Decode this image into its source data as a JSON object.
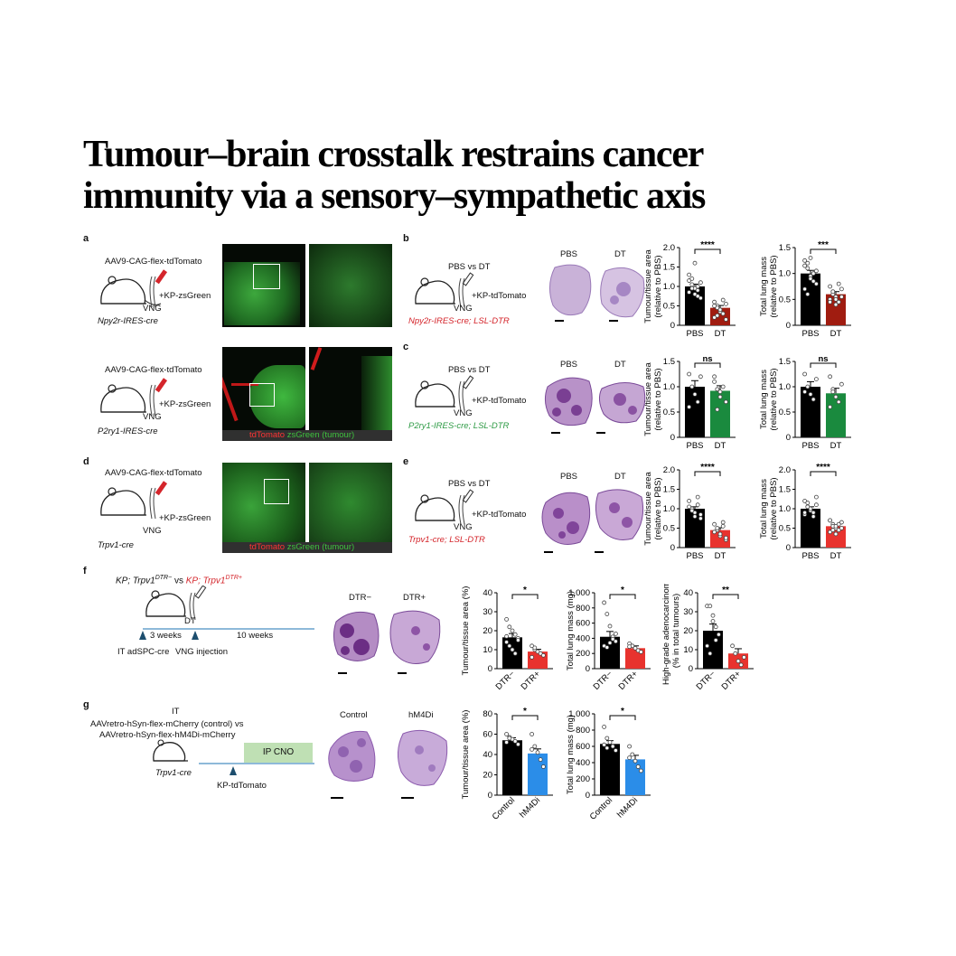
{
  "title": {
    "line1": "Tumour–brain crosstalk restrains cancer",
    "line2": "immunity via a sensory–sympathetic axis"
  },
  "panels": {
    "a": {
      "label": "a",
      "vector": "AAV9-CAG-flex-tdTomato",
      "tumour": "+KP-zsGreen",
      "site": "VNG",
      "mouse": "Npy2r-IRES-cre"
    },
    "a2": {
      "vector": "AAV9-CAG-flex-tdTomato",
      "tumour": "+KP-zsGreen",
      "site": "VNG",
      "mouse": "P2ry1-IRES-cre",
      "caption_red": "tdTomato",
      "caption_green": "zsGreen (tumour)"
    },
    "d": {
      "label": "d",
      "vector": "AAV9-CAG-flex-tdTomato",
      "tumour": "+KP-zsGreen",
      "site": "VNG",
      "mouse": "Trpv1-cre",
      "caption_red": "tdTomato",
      "caption_green": "zsGreen (tumour)"
    },
    "b": {
      "label": "b",
      "treat": "PBS vs DT",
      "tumour": "+KP-tdTomato",
      "site": "VNG",
      "mouse": "Npy2r-IRES-cre; LSL-DTR",
      "img1": "PBS",
      "img2": "DT"
    },
    "c": {
      "label": "c",
      "treat": "PBS vs DT",
      "tumour": "+KP-tdTomato",
      "site": "VNG",
      "mouse": "P2ry1-IRES-cre; LSL-DTR",
      "img1": "PBS",
      "img2": "DT"
    },
    "e": {
      "label": "e",
      "treat": "PBS vs DT",
      "tumour": "+KP-tdTomato",
      "site": "VNG",
      "mouse": "Trpv1-cre; LSL-DTR",
      "img1": "PBS",
      "img2": "DT"
    },
    "f": {
      "label": "f",
      "geno1": "KP; Trpv1",
      "sup1": "DTR−",
      "vs": "vs",
      "geno2": "KP; Trpv1",
      "sup2": "DTR+",
      "dt": "DT",
      "weeks1": "3 weeks",
      "weeks2": "10 weeks",
      "step1": "IT adSPC-cre",
      "step2": "VNG injection",
      "img1": "DTR−",
      "img2": "DTR+"
    },
    "g": {
      "label": "g",
      "it": "IT",
      "vec1": "AAVretro-hSyn-flex-mCherry (control) vs",
      "vec2": "AAVretro-hSyn-flex-hM4Di-mCherry",
      "cno": "IP CNO",
      "mouse": "Trpv1-cre",
      "tumour": "KP-tdTomato",
      "img1": "Control",
      "img2": "hM4Di"
    }
  },
  "chart_data": [
    {
      "id": "b-area",
      "type": "bar",
      "categories": [
        "PBS",
        "DT"
      ],
      "values": [
        1.0,
        0.45
      ],
      "errors": [
        0.06,
        0.06
      ],
      "colors": [
        "#000000",
        "#a01c10"
      ],
      "ylabel": "Tumour/tissue area (relative to PBS)",
      "ylim": [
        0,
        2.0
      ],
      "yticks": [
        "0",
        "0.5",
        "1.0",
        "1.5",
        "2.0"
      ],
      "sig": "****",
      "points": [
        [
          1.15,
          1.05,
          0.95,
          0.9,
          1.1,
          0.85,
          1.2,
          0.8,
          1.0,
          0.7,
          1.3,
          0.95,
          1.6,
          0.75
        ],
        [
          0.6,
          0.5,
          0.4,
          0.3,
          0.55,
          0.2,
          0.45,
          0.35,
          0.65,
          0.15,
          0.5,
          0.25,
          0.4,
          0.3
        ]
      ]
    },
    {
      "id": "b-mass",
      "type": "bar",
      "categories": [
        "PBS",
        "DT"
      ],
      "values": [
        1.0,
        0.6
      ],
      "errors": [
        0.06,
        0.05
      ],
      "colors": [
        "#000000",
        "#a01c10"
      ],
      "ylabel": "Total lung mass (relative to PBS)",
      "ylim": [
        0,
        1.5
      ],
      "yticks": [
        "0",
        "0.5",
        "1.0",
        "1.5"
      ],
      "sig": "***",
      "points": [
        [
          1.25,
          1.1,
          0.95,
          0.85,
          1.05,
          0.7,
          1.2,
          0.9,
          1.0,
          0.8,
          1.15,
          0.6,
          1.3
        ],
        [
          0.75,
          0.65,
          0.55,
          0.45,
          0.7,
          0.5,
          0.6,
          0.4,
          0.8,
          0.55,
          0.45,
          0.65,
          0.5
        ]
      ]
    },
    {
      "id": "c-area",
      "type": "bar",
      "categories": [
        "PBS",
        "DT"
      ],
      "values": [
        1.0,
        0.92
      ],
      "errors": [
        0.12,
        0.1
      ],
      "colors": [
        "#000000",
        "#1a8a3e"
      ],
      "ylabel": "Tumour/tissue area (relative to PBS)",
      "ylim": [
        0,
        1.5
      ],
      "yticks": [
        "0",
        "0.5",
        "1.0",
        "1.5"
      ],
      "sig": "ns",
      "points": [
        [
          1.25,
          1.0,
          0.85,
          0.7,
          1.2,
          0.6
        ],
        [
          1.1,
          0.95,
          0.8,
          1.0,
          0.7,
          1.2,
          0.55,
          0.9
        ]
      ]
    },
    {
      "id": "c-mass",
      "type": "bar",
      "categories": [
        "PBS",
        "DT"
      ],
      "values": [
        1.0,
        0.87
      ],
      "errors": [
        0.1,
        0.1
      ],
      "colors": [
        "#000000",
        "#1a8a3e"
      ],
      "ylabel": "Total lung mass (relative to PBS)",
      "ylim": [
        0,
        1.5
      ],
      "yticks": [
        "0",
        "0.5",
        "1.0",
        "1.5"
      ],
      "sig": "ns",
      "points": [
        [
          1.25,
          1.0,
          0.85,
          0.75,
          1.15,
          0.9
        ],
        [
          1.2,
          0.95,
          0.8,
          0.7,
          1.05,
          0.6,
          0.9
        ]
      ]
    },
    {
      "id": "e-area",
      "type": "bar",
      "categories": [
        "PBS",
        "DT"
      ],
      "values": [
        1.0,
        0.45
      ],
      "errors": [
        0.05,
        0.06
      ],
      "colors": [
        "#000000",
        "#e8332e"
      ],
      "ylabel": "Tumour/tissue area (relative to PBS)",
      "ylim": [
        0,
        2.0
      ],
      "yticks": [
        "0",
        "0.5",
        "1.0",
        "1.5",
        "2.0"
      ],
      "sig": "****",
      "points": [
        [
          1.2,
          1.0,
          0.9,
          1.1,
          0.85,
          1.05,
          0.95,
          0.8,
          1.3,
          0.75
        ],
        [
          0.6,
          0.45,
          0.3,
          0.55,
          0.2,
          0.4,
          0.5,
          0.35,
          0.65,
          0.25
        ]
      ]
    },
    {
      "id": "e-mass",
      "type": "bar",
      "categories": [
        "PBS",
        "DT"
      ],
      "values": [
        1.0,
        0.55
      ],
      "errors": [
        0.05,
        0.04
      ],
      "colors": [
        "#000000",
        "#e8332e"
      ],
      "ylabel": "Total lung mass (relative to PBS)",
      "ylim": [
        0,
        2.0
      ],
      "yticks": [
        "0",
        "0.5",
        "1.0",
        "1.5",
        "2.0"
      ],
      "sig": "****",
      "points": [
        [
          1.2,
          1.05,
          0.95,
          0.9,
          1.1,
          0.85,
          1.15,
          1.0,
          0.8,
          1.3,
          0.9,
          1.05
        ],
        [
          0.7,
          0.6,
          0.5,
          0.45,
          0.65,
          0.4,
          0.55,
          0.35,
          0.6,
          0.5,
          0.7,
          0.45,
          0.55
        ]
      ]
    },
    {
      "id": "f-area",
      "type": "bar",
      "categories": [
        "DTR−",
        "DTR+"
      ],
      "values": [
        16.5,
        9.0
      ],
      "errors": [
        2.0,
        1.2
      ],
      "colors": [
        "#000000",
        "#e8332e"
      ],
      "ylabel": "Tumour/tissue area (%)",
      "ylim": [
        0,
        40
      ],
      "yticks": [
        "0",
        "10",
        "20",
        "30",
        "40"
      ],
      "sig": "*",
      "points": [
        [
          26,
          22,
          20,
          18,
          16,
          14,
          12,
          10,
          8,
          15,
          17
        ],
        [
          12,
          10,
          9,
          8,
          7,
          6,
          11
        ]
      ]
    },
    {
      "id": "f-mass",
      "type": "bar",
      "categories": [
        "DTR−",
        "DTR+"
      ],
      "values": [
        420,
        270
      ],
      "errors": [
        70,
        30
      ],
      "colors": [
        "#000000",
        "#e8332e"
      ],
      "ylabel": "Total lung mass (mg)",
      "ylim": [
        0,
        1000
      ],
      "yticks": [
        "0",
        "200",
        "400",
        "600",
        "800",
        "1,000"
      ],
      "sig": "*",
      "points": [
        [
          870,
          720,
          560,
          420,
          360,
          300,
          280,
          340,
          390,
          460
        ],
        [
          330,
          300,
          270,
          240,
          220,
          290
        ]
      ]
    },
    {
      "id": "f-hg",
      "type": "bar",
      "categories": [
        "DTR−",
        "DTR+"
      ],
      "values": [
        20,
        8
      ],
      "errors": [
        3.5,
        2.5
      ],
      "colors": [
        "#000000",
        "#e8332e"
      ],
      "ylabel": "High-grade adenocarcinoma (% in total tumours)",
      "ylim": [
        0,
        40
      ],
      "yticks": [
        "0",
        "10",
        "20",
        "30",
        "40"
      ],
      "sig": "**",
      "points": [
        [
          33,
          33,
          28,
          22,
          18,
          12,
          8,
          25,
          15
        ],
        [
          12,
          8,
          4,
          2,
          6
        ]
      ]
    },
    {
      "id": "g-area",
      "type": "bar",
      "categories": [
        "Control",
        "hM4Di"
      ],
      "values": [
        54,
        41
      ],
      "errors": [
        2.5,
        4.5
      ],
      "colors": [
        "#000000",
        "#2b8de8"
      ],
      "ylabel": "Tumour/tissue area (%)",
      "ylim": [
        0,
        80
      ],
      "yticks": [
        "0",
        "20",
        "40",
        "60",
        "80"
      ],
      "sig": "*",
      "points": [
        [
          60,
          57,
          55,
          53,
          50,
          52,
          56
        ],
        [
          60,
          48,
          42,
          35,
          28,
          45
        ]
      ]
    },
    {
      "id": "g-mass",
      "type": "bar",
      "categories": [
        "Control",
        "hM4Di"
      ],
      "values": [
        630,
        440
      ],
      "errors": [
        40,
        50
      ],
      "colors": [
        "#000000",
        "#2b8de8"
      ],
      "ylabel": "Total lung mass (mg)",
      "ylim": [
        0,
        1000
      ],
      "yticks": [
        "0",
        "200",
        "400",
        "600",
        "800",
        "1,000"
      ],
      "sig": "*",
      "points": [
        [
          840,
          700,
          650,
          600,
          550,
          620,
          580
        ],
        [
          600,
          500,
          420,
          350,
          300,
          460
        ]
      ]
    }
  ]
}
